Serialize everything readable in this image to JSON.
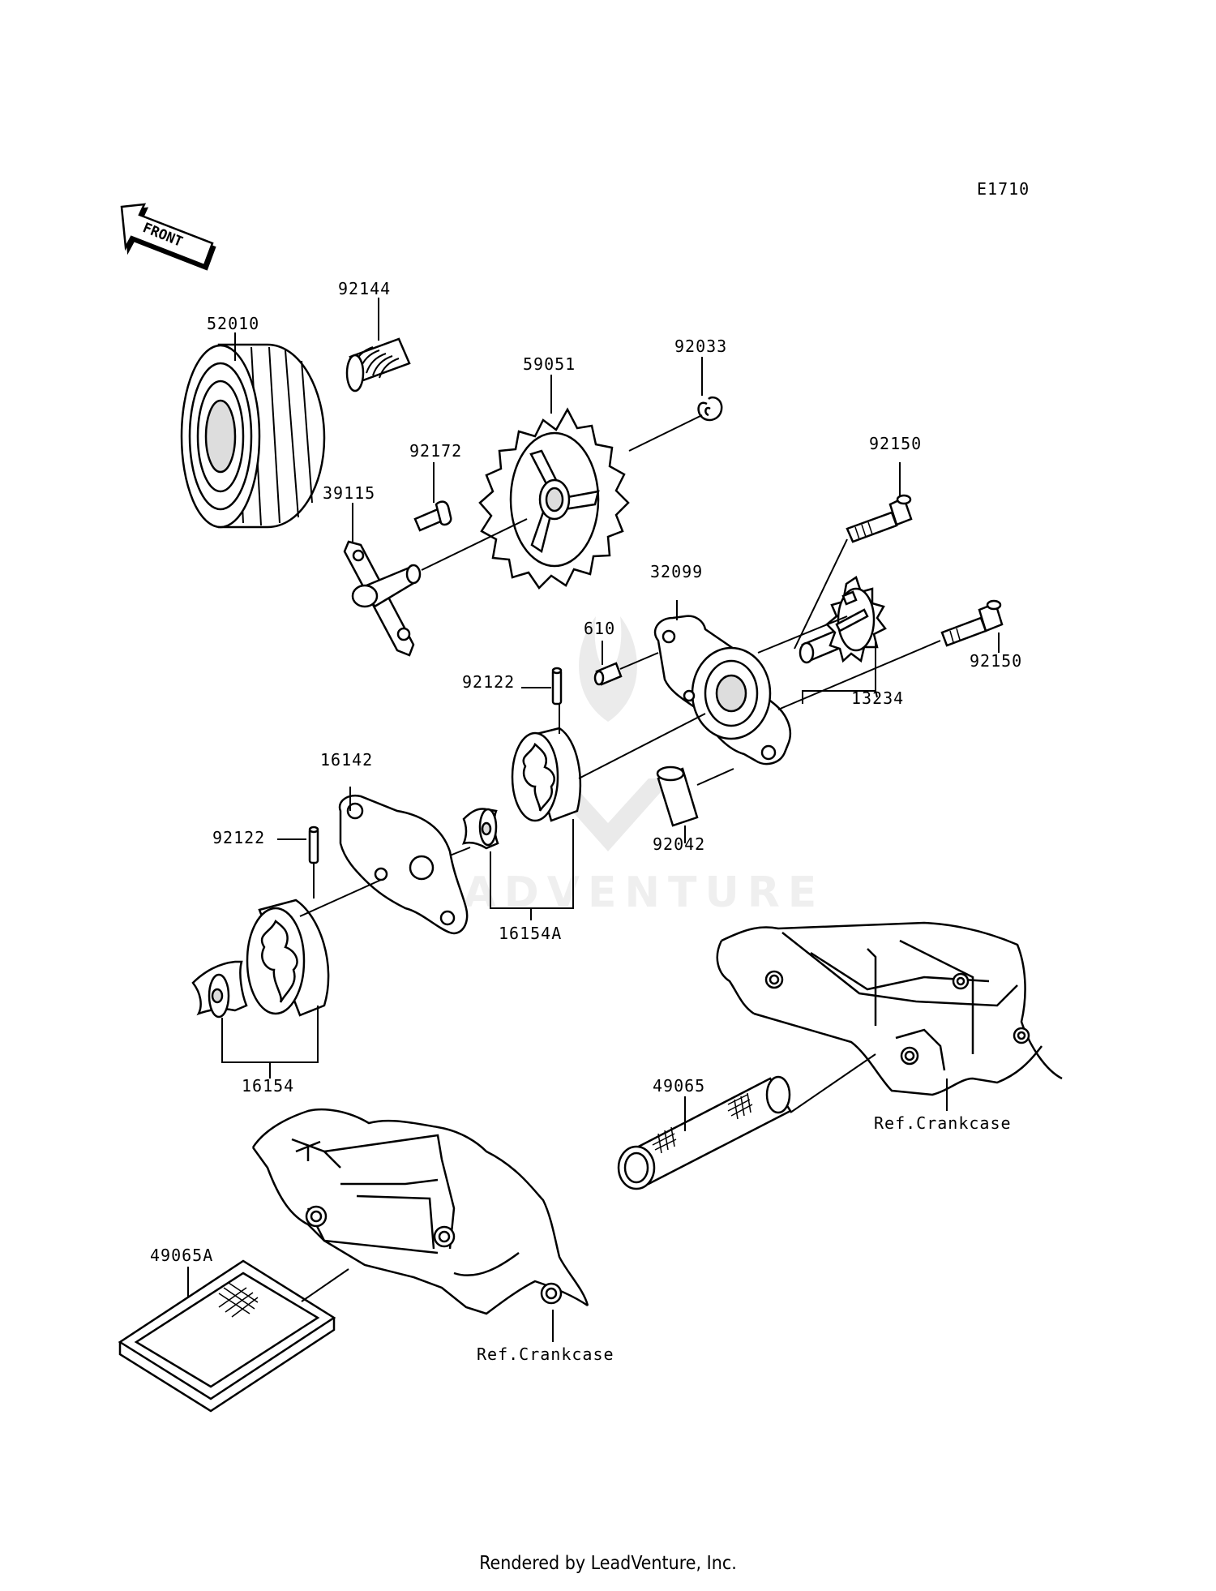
{
  "diagram": {
    "code": "E1710",
    "front_label": "FRONT",
    "watermark": "LEADVENTURE",
    "parts": {
      "p52010": "52010",
      "p92144": "92144",
      "p59051": "59051",
      "p92033": "92033",
      "p92172": "92172",
      "p39115": "39115",
      "p92150a": "92150",
      "p32099": "32099",
      "p610": "610",
      "p92150b": "92150",
      "p13234": "13234",
      "p92122a": "92122",
      "p16142": "16142",
      "p92042": "92042",
      "p92122b": "92122",
      "p16154A": "16154A",
      "p16154": "16154",
      "p49065": "49065",
      "p49065A": "49065A"
    },
    "ref_crankcase_right": "Ref.Crankcase",
    "ref_crankcase_bottom": "Ref.Crankcase"
  },
  "footer": "Rendered by LeadVenture, Inc."
}
